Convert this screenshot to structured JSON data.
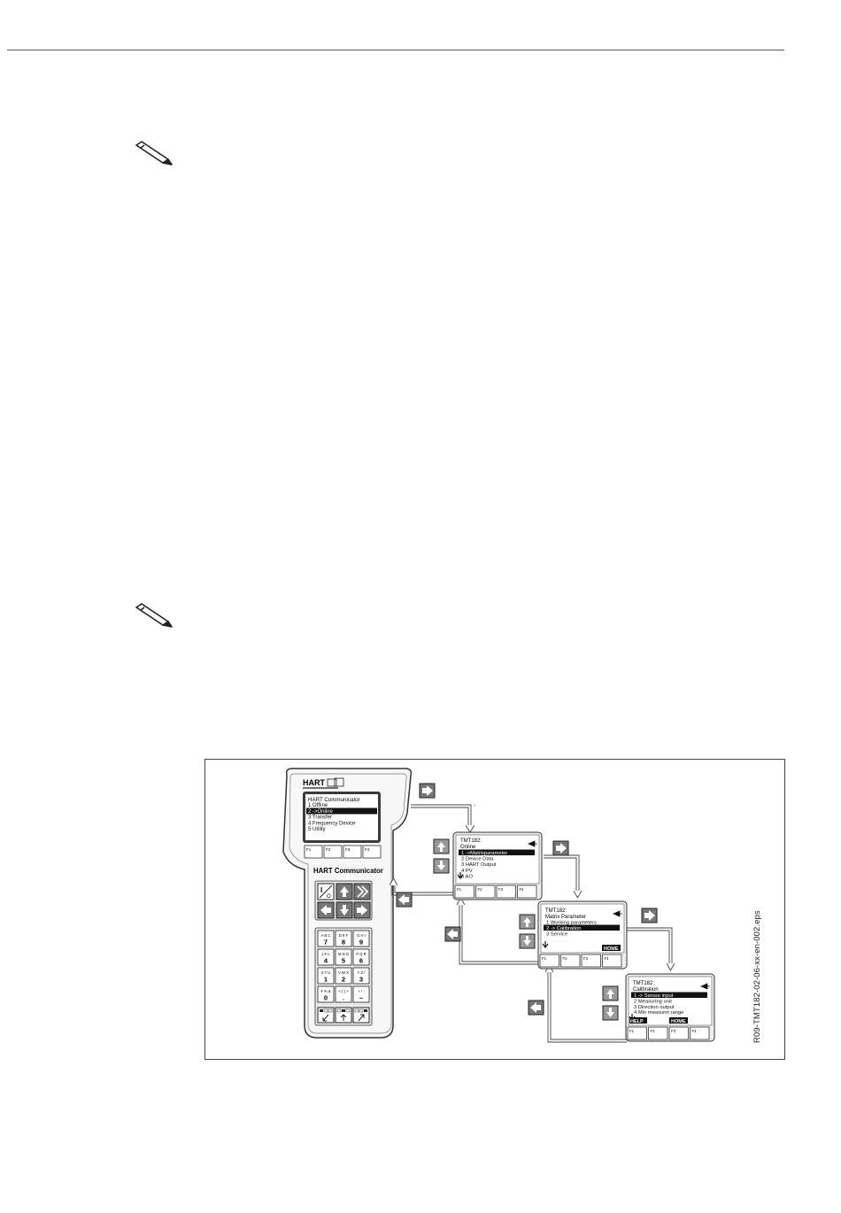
{
  "figure": {
    "caption": "R09-TMT182-02-06-xx-en-002.eps",
    "communicator": {
      "brand": "HART",
      "name": "HART Communicator",
      "screen_title": "HART Communicator",
      "menu": [
        "1  Offline",
        "2 ->Online",
        "3  Transfer",
        "4  Frequency Device",
        "5  Utility"
      ],
      "softkeys": [
        "F1",
        "F2",
        "F3",
        "F4"
      ],
      "keypad": [
        {
          "letters": "A B C",
          "digit": "7"
        },
        {
          "letters": "D E F",
          "digit": "8"
        },
        {
          "letters": "G H I",
          "digit": "9"
        },
        {
          "letters": "J K L",
          "digit": "4"
        },
        {
          "letters": "M N O",
          "digit": "5"
        },
        {
          "letters": "P Q R",
          "digit": "6"
        },
        {
          "letters": "S T U",
          "digit": "1"
        },
        {
          "letters": "V W X",
          "digit": "2"
        },
        {
          "letters": "Y Z /",
          "digit": "3"
        },
        {
          "letters": "# % &",
          "digit": "0"
        },
        {
          "letters": "< ( ) >",
          "digit": "."
        },
        {
          "letters": "+ * :",
          "digit": "–"
        }
      ]
    },
    "screen1": {
      "title": "TMT182:",
      "subtitle": "Online",
      "items": [
        "1 ->Matrixparameter",
        "2  Device Data",
        "3  HART Output",
        "4  PV",
        "5  AO"
      ],
      "softkeys": [
        "F1",
        "F2",
        "F3",
        "F4"
      ]
    },
    "screen2": {
      "title": "TMT182:",
      "subtitle": "Matrix Parameter",
      "items": [
        "1  Working parameters",
        "2 -> Calibration",
        "3  Service"
      ],
      "home": "HOME",
      "softkeys": [
        "F1",
        "F2",
        "F3",
        "F4"
      ]
    },
    "screen3": {
      "title": "TMT182:",
      "subtitle": "Calibration",
      "items": [
        "1 -> Sensor input",
        "2  Measuring unit",
        "3  Direction output",
        "4  Min measurm range"
      ],
      "help": "HELP",
      "home": "HOME",
      "softkeys": [
        "F1",
        "F2",
        "F3",
        "F4"
      ]
    }
  }
}
